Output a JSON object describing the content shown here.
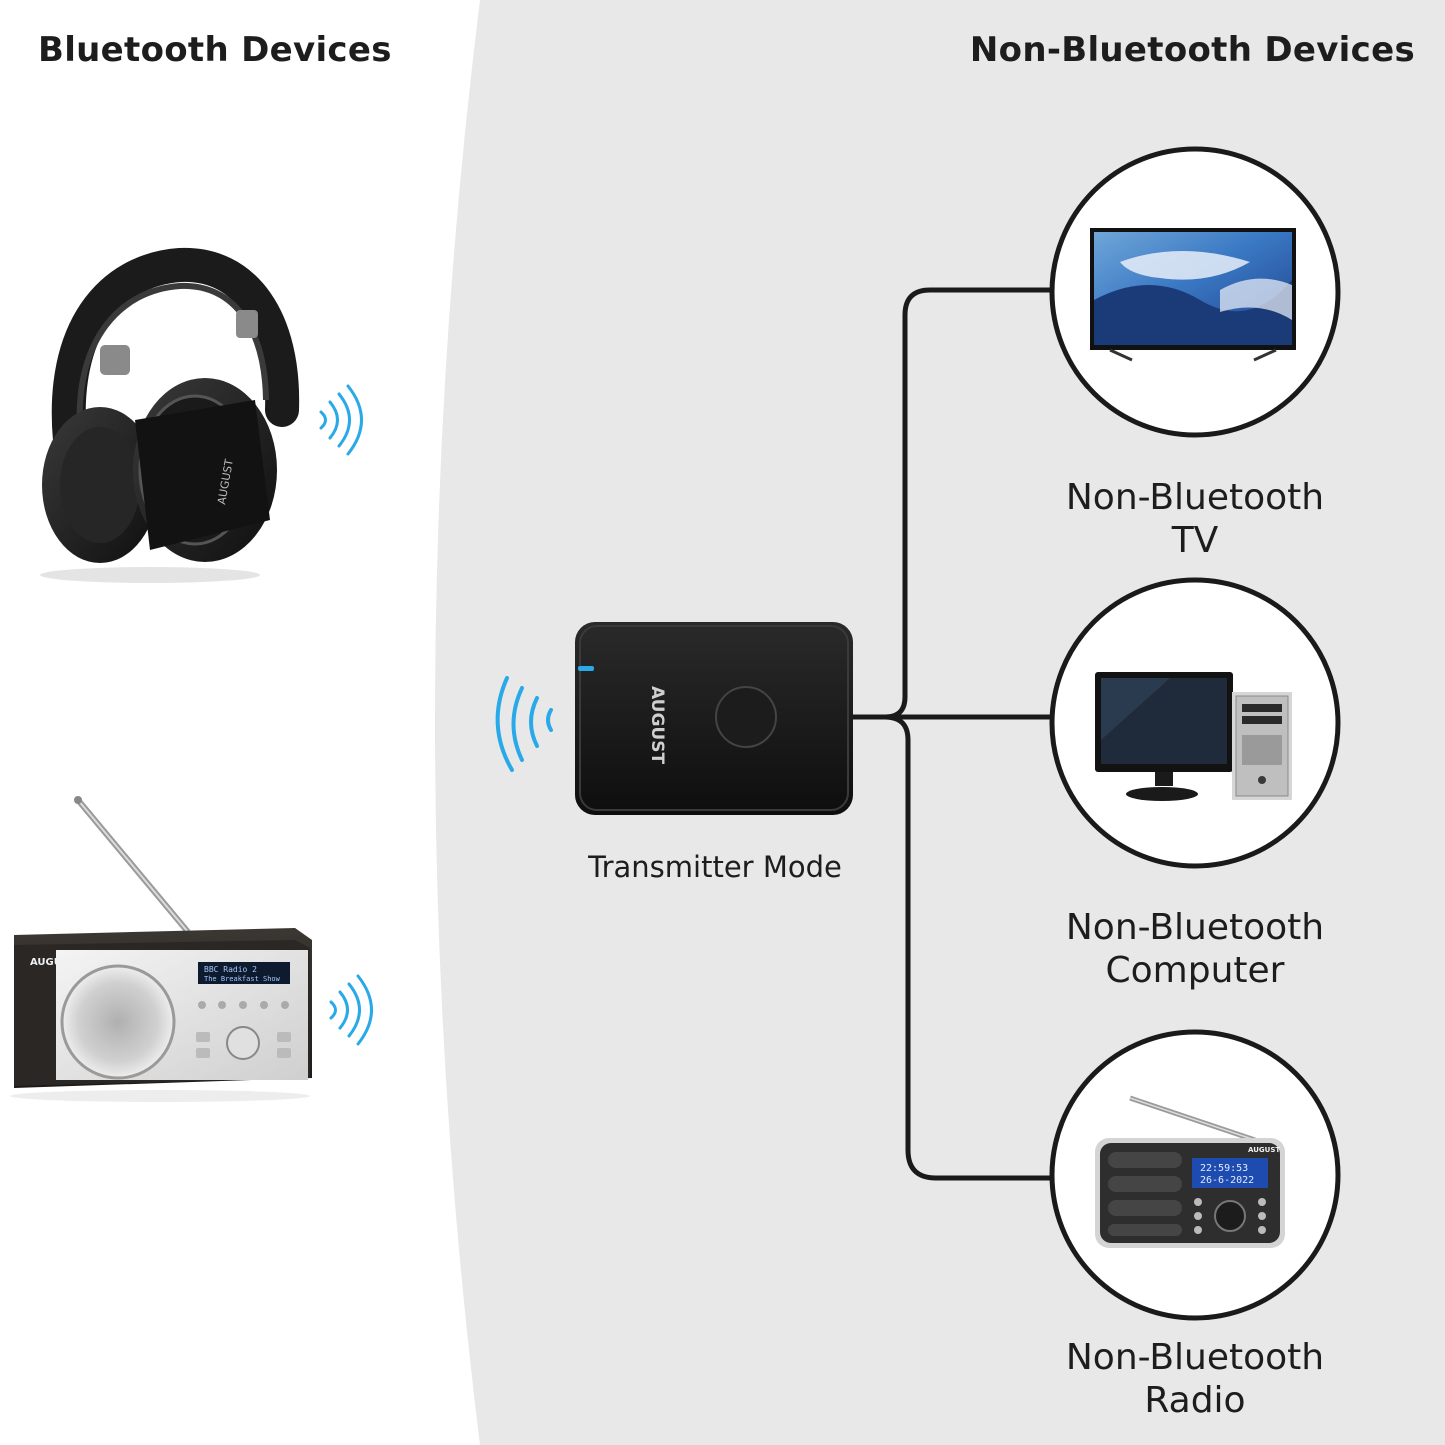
{
  "headings": {
    "left": "Bluetooth Devices",
    "right": "Non-Bluetooth Devices"
  },
  "transmitter": {
    "mode_label": "Transmitter Mode",
    "brand_text": "AUGUST"
  },
  "devices": [
    {
      "line1": "Non-Bluetooth",
      "line2": "TV"
    },
    {
      "line1": "Non-Bluetooth",
      "line2": "Computer"
    },
    {
      "line1": "Non-Bluetooth",
      "line2": "Radio"
    }
  ],
  "product_labels": {
    "headphone_brand": "AUGUST",
    "dab_brand": "AUGUST",
    "dab_display_line1": "BBC Radio 2",
    "dab_display_line2": "The Breakfast Show",
    "pocket_radio_brand": "AUGUST",
    "pocket_radio_time": "22:59:53",
    "pocket_radio_date": "26-6-2022"
  },
  "colors": {
    "left_background": "#ffffff",
    "right_background": "#e8e8e8",
    "signal_blue": "#29a9e8",
    "device_black": "#151515",
    "connector_line": "#1a1a1a"
  },
  "icons": {
    "signal": "wireless-waves-icon",
    "headphones": "headphones-icon",
    "radio": "radio-icon",
    "tv": "tv-icon",
    "computer": "computer-icon",
    "transmitter": "bluetooth-transmitter-icon"
  }
}
